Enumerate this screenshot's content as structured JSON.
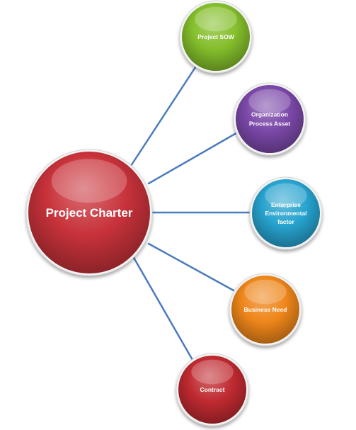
{
  "diagram": {
    "center": {
      "lines": [
        "Project Charter"
      ],
      "color": "#c8323a"
    },
    "nodes": [
      {
        "id": "project-sow",
        "lines": [
          "Project SOW"
        ],
        "color": "#84be2b"
      },
      {
        "id": "organization-process-asset",
        "lines": [
          "Organization",
          "Process Asset"
        ],
        "color": "#7b48a8"
      },
      {
        "id": "enterprise-environmental-factor",
        "lines": [
          "Enterprise",
          "Environmental",
          "factor"
        ],
        "color": "#27a3cf"
      },
      {
        "id": "business-need",
        "lines": [
          "Business Need"
        ],
        "color": "#ee861a"
      },
      {
        "id": "contract",
        "lines": [
          "Contract"
        ],
        "color": "#be2a30"
      }
    ],
    "connector_color": "#4a7bbd"
  }
}
